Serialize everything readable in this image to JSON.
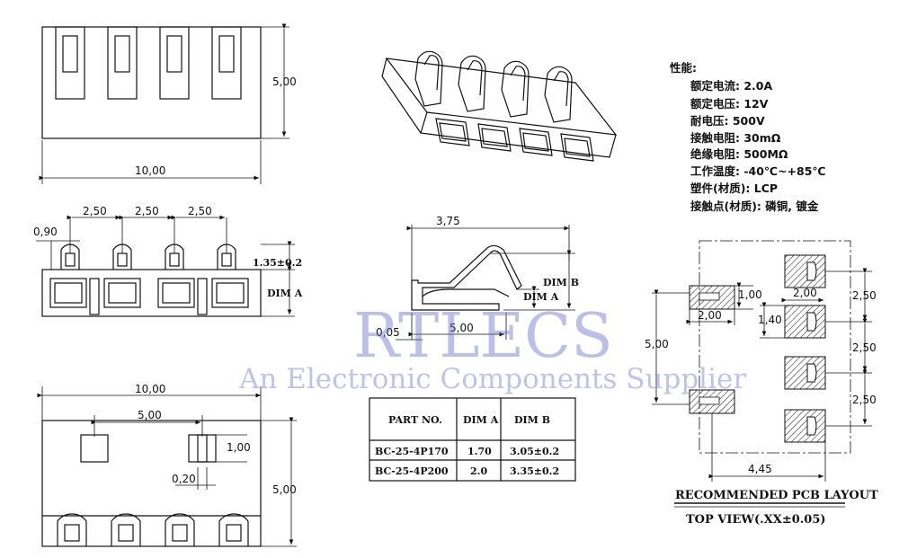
{
  "dimensions": {
    "top_height": "5,00",
    "top_width": "10,00",
    "pitch_1": "2,50",
    "pitch_2": "2,50",
    "pitch_3": "2,50",
    "offset": "0,90",
    "contact_height": "1.35±0.2",
    "dim_a": "DIM A",
    "dim_b": "DIM B",
    "side_width": "3,75",
    "side_length": "5,00",
    "side_thickness": "0,05",
    "side_dim_a": "DIM A",
    "bottom_width": "10,00",
    "bottom_inner": "5,00",
    "bottom_height": "5,00",
    "bottom_slot": "1,00",
    "bottom_gap": "0,20"
  },
  "specs": {
    "heading": "性能:",
    "lines": [
      "额定电流: 2.0A",
      "额定电压: 12V",
      "耐电压: 500V",
      "接触电阻: 30mΩ",
      "绝缘电阻: 500MΩ",
      "工作温度: -40℃~+85℃",
      "塑件(材质): LCP",
      "接触点(材质): 磷铜, 镀金"
    ]
  },
  "table": {
    "headers": [
      "PART NO.",
      "DIM A",
      "DIM B"
    ],
    "rows": [
      [
        "BC-25-4P170",
        "1.70",
        "3.05±0.2"
      ],
      [
        "BC-25-4P200",
        "2.0",
        "3.35±0.2"
      ]
    ]
  },
  "pcb": {
    "pad_w1": "1,00",
    "pad_w2": "2,00",
    "pad_w3": "2,00",
    "pad_h": "1,40",
    "total_h": "5,00",
    "pitch_a": "2,50",
    "pitch_b": "2,50",
    "pitch_c": "2,50",
    "span": "4,45",
    "title": "RECOMMENDED PCB LAYOUT",
    "subtitle": "TOP VIEW(.XX±0.05)"
  },
  "watermark": {
    "brand": "RTLECS",
    "tagline": "An Electronic Components Supplier"
  }
}
